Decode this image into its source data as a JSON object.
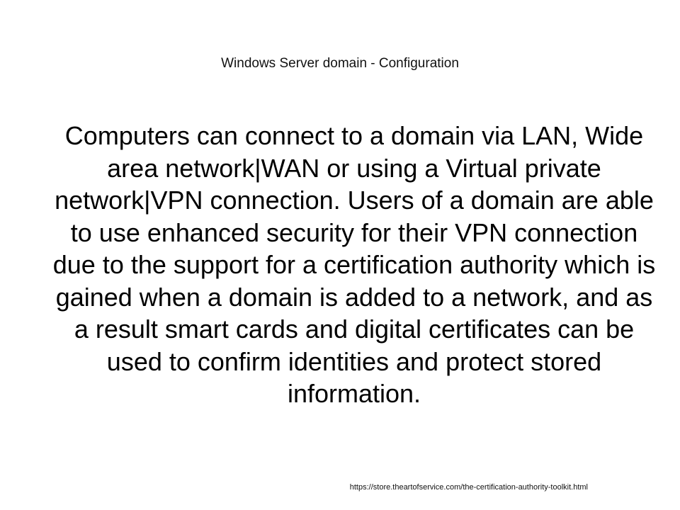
{
  "slide": {
    "title": "Windows Server domain - Configuration",
    "body": "Computers can connect to a domain via LAN, Wide area network|WAN or using a Virtual private network|VPN connection. Users of a domain are able to use enhanced security for their VPN connection due to the support for a certification authority which is gained when a domain is added to a network, and as a result smart cards and digital certificates can be used to confirm identities and protect stored information.",
    "footer_url": "https://store.theartofservice.com/the-certification-authority-toolkit.html"
  },
  "colors": {
    "background": "#ffffff",
    "text": "#000000"
  }
}
